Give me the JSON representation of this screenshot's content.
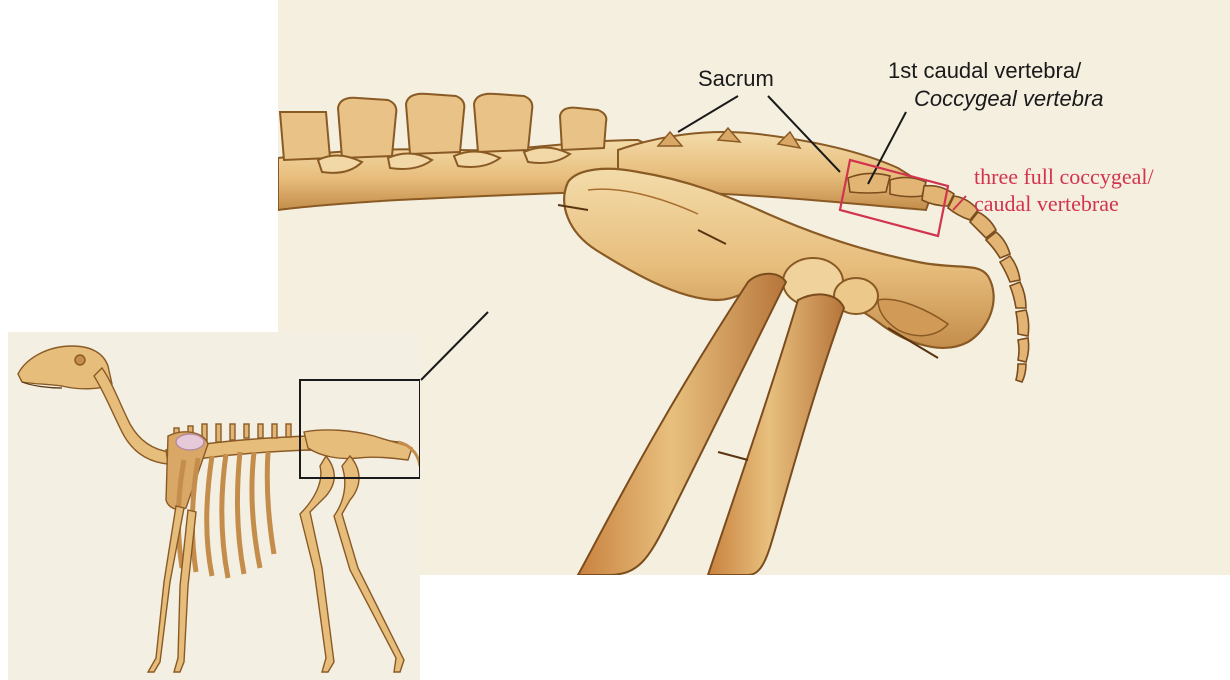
{
  "closeup": {
    "labels": {
      "sacrum": "Sacrum",
      "caudal_line1": "1st caudal vertebra/",
      "caudal_line2": "Coccygeal vertebra"
    },
    "callout": {
      "line1": "three full coccygeal/",
      "line2": "caudal vertebrae",
      "color": "#d2344e"
    }
  },
  "overview": {
    "box_color": "#1a1a1a"
  },
  "colors": {
    "bone": "#e7bd7c",
    "bone_light": "#f1d7a2",
    "bone_dark": "#c48d4b",
    "bone_outline": "#8a5a25",
    "background": "#f4efdf"
  }
}
